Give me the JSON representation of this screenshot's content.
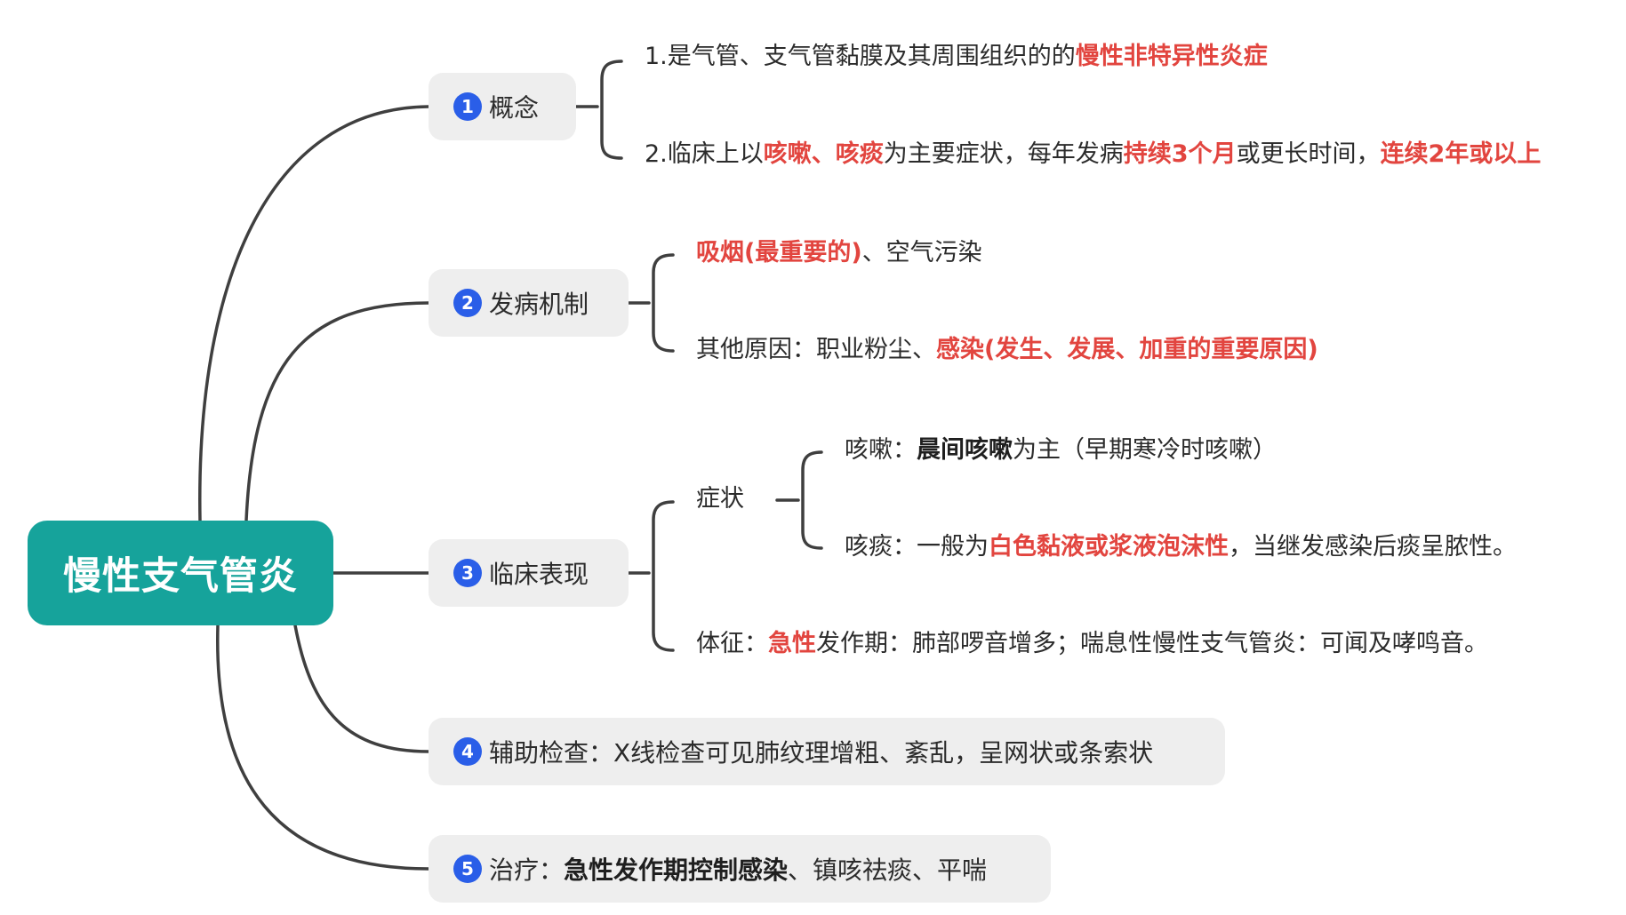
{
  "root": {
    "title": "慢性支气管炎"
  },
  "colors": {
    "root_fill": "#16a39b",
    "badge": "#2a5ee8",
    "highlight": "#e2453f",
    "node_fill": "#eeeeee",
    "connector": "#3f3f3f"
  },
  "branches": [
    {
      "number": "1",
      "label": "概念",
      "children": [
        {
          "segments": [
            {
              "text": "1.是气管、支气管黏膜及其周围组织的的"
            },
            {
              "text": "慢性非特异性炎症",
              "style": "hl"
            }
          ]
        },
        {
          "segments": [
            {
              "text": "2.临床上以"
            },
            {
              "text": "咳嗽、咳痰",
              "style": "hl"
            },
            {
              "text": "为主要症状，每年发病"
            },
            {
              "text": "持续3个月",
              "style": "hl"
            },
            {
              "text": "或更长时间，"
            },
            {
              "text": "连续2年或以上",
              "style": "hl"
            }
          ]
        }
      ]
    },
    {
      "number": "2",
      "label": "发病机制",
      "children": [
        {
          "segments": [
            {
              "text": "吸烟(最重要的)",
              "style": "hl"
            },
            {
              "text": "、空气污染"
            }
          ]
        },
        {
          "segments": [
            {
              "text": "其他原因：职业粉尘、"
            },
            {
              "text": "感染(发生、发展、加重的重要原因)",
              "style": "hl"
            }
          ]
        }
      ]
    },
    {
      "number": "3",
      "label": "临床表现",
      "symptom_label": "症状",
      "symptoms": [
        {
          "segments": [
            {
              "text": "咳嗽："
            },
            {
              "text": "晨间咳嗽",
              "style": "bd"
            },
            {
              "text": "为主（早期寒冷时咳嗽）"
            }
          ]
        },
        {
          "segments": [
            {
              "text": "咳痰：一般为"
            },
            {
              "text": "白色黏液或浆液泡沫性",
              "style": "hl"
            },
            {
              "text": "，当继发感染后痰呈脓性。"
            }
          ]
        }
      ],
      "signs": {
        "segments": [
          {
            "text": "体征："
          },
          {
            "text": "急性",
            "style": "hl"
          },
          {
            "text": "发作期：肺部啰音增多；喘息性慢性支气管炎：可闻及哮鸣音。"
          }
        ]
      }
    },
    {
      "number": "4",
      "label": "辅助检查：X线检查可见肺纹理增粗、紊乱，呈网状或条索状"
    },
    {
      "number": "5",
      "segments": [
        {
          "text": "治疗："
        },
        {
          "text": "急性发作期控制感染",
          "style": "bd"
        },
        {
          "text": "、镇咳祛痰、平喘"
        }
      ]
    }
  ]
}
